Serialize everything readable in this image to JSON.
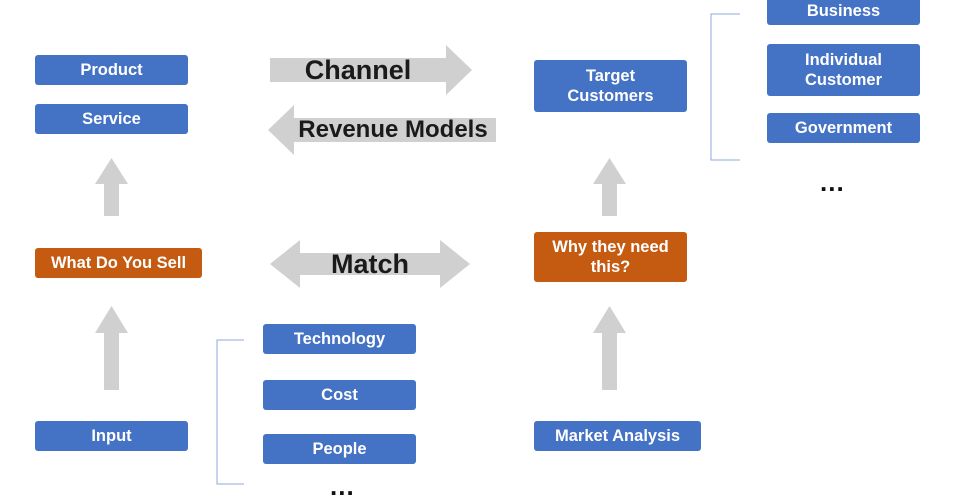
{
  "colors": {
    "box_blue": "#4472c4",
    "box_orange": "#c55a11",
    "arrow_gray": "#d0d0d0",
    "bracket": "#8eaadb"
  },
  "left": {
    "product": "Product",
    "service": "Service",
    "what_do_you_sell": "What Do You Sell",
    "input": "Input",
    "inputs": {
      "technology": "Technology",
      "cost": "Cost",
      "people": "People",
      "more": "..."
    }
  },
  "middle": {
    "channel": "Channel",
    "revenue_models": "Revenue Models",
    "match": "Match"
  },
  "right": {
    "target_customers": "Target\nCustomers",
    "why_they_need": "Why they need\nthis?",
    "market_analysis": "Market Analysis",
    "customers": {
      "business": "Business",
      "individual_customer": "Individual\nCustomer",
      "government": "Government",
      "more": "..."
    }
  }
}
